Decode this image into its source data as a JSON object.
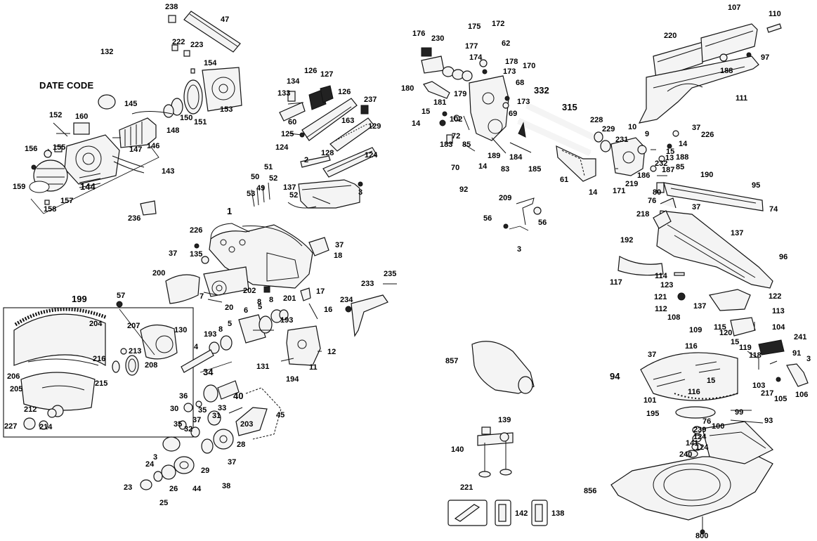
{
  "date_code_label": "DATE CODE",
  "parts": [
    "238",
    "47",
    "132",
    "222",
    "223",
    "154",
    "160",
    "152",
    "145",
    "148",
    "150",
    "151",
    "153",
    "146",
    "147",
    "156",
    "155",
    "143",
    "159",
    "144",
    "157",
    "158",
    "134",
    "126",
    "127",
    "133",
    "237",
    "129",
    "60",
    "163",
    "125",
    "124",
    "128",
    "2",
    "50",
    "51",
    "49",
    "52",
    "53",
    "137",
    "3",
    "236",
    "226",
    "1",
    "37",
    "135",
    "18",
    "200",
    "202",
    "201",
    "17",
    "7",
    "20",
    "235",
    "233",
    "234",
    "16",
    "199",
    "57",
    "204",
    "207",
    "130",
    "8",
    "5",
    "6",
    "193",
    "4",
    "206",
    "205",
    "213",
    "208",
    "216",
    "215",
    "212",
    "227",
    "214",
    "36",
    "35",
    "34",
    "40",
    "30",
    "33",
    "32",
    "31",
    "203",
    "45",
    "28",
    "29",
    "44",
    "38",
    "24",
    "26",
    "25",
    "23",
    "131",
    "194",
    "11",
    "12",
    "176",
    "230",
    "175",
    "172",
    "177",
    "62",
    "174",
    "178",
    "173",
    "170",
    "180",
    "181",
    "179",
    "68",
    "332",
    "315",
    "69",
    "72",
    "102",
    "15",
    "14",
    "183",
    "85",
    "189",
    "184",
    "83",
    "185",
    "70",
    "92",
    "228",
    "229",
    "231",
    "10",
    "9",
    "226",
    "232",
    "13",
    "188",
    "187",
    "80",
    "186",
    "219",
    "171",
    "61",
    "190",
    "209",
    "56",
    "95",
    "74",
    "218",
    "76",
    "192",
    "96",
    "220",
    "107",
    "110",
    "97",
    "111",
    "117",
    "114",
    "123",
    "122",
    "121",
    "112",
    "113",
    "108",
    "109",
    "115",
    "120",
    "104",
    "241",
    "91",
    "119",
    "118",
    "116",
    "94",
    "103",
    "217",
    "105",
    "106",
    "101",
    "195",
    "99",
    "100",
    "93",
    "239",
    "141",
    "240",
    "800",
    "856",
    "857",
    "139",
    "140",
    "221",
    "142",
    "138"
  ]
}
